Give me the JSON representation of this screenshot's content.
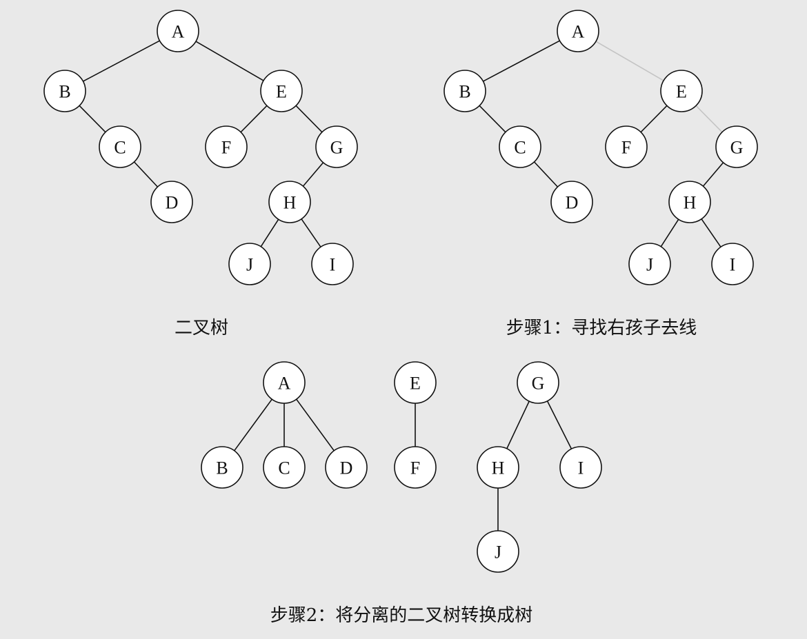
{
  "diagrams": {
    "binary_tree": {
      "caption": "二叉树",
      "nodes": [
        "A",
        "B",
        "C",
        "D",
        "E",
        "F",
        "G",
        "H",
        "J",
        "I"
      ],
      "edges": [
        [
          "A",
          "B"
        ],
        [
          "A",
          "E"
        ],
        [
          "B",
          "C"
        ],
        [
          "C",
          "D"
        ],
        [
          "E",
          "F"
        ],
        [
          "E",
          "G"
        ],
        [
          "G",
          "H"
        ],
        [
          "H",
          "J"
        ],
        [
          "H",
          "I"
        ]
      ]
    },
    "step1": {
      "caption": "步骤1：寻找右孩子去线",
      "nodes": [
        "A",
        "B",
        "C",
        "D",
        "E",
        "F",
        "G",
        "H",
        "J",
        "I"
      ],
      "edges": [
        [
          "A",
          "B"
        ],
        [
          "A",
          "E"
        ],
        [
          "B",
          "C"
        ],
        [
          "C",
          "D"
        ],
        [
          "E",
          "F"
        ],
        [
          "E",
          "G"
        ],
        [
          "G",
          "H"
        ],
        [
          "H",
          "J"
        ],
        [
          "H",
          "I"
        ]
      ],
      "removed_edges": [
        [
          "A",
          "E"
        ],
        [
          "E",
          "G"
        ]
      ]
    },
    "step2": {
      "caption": "步骤2：将分离的二叉树转换成树",
      "trees": [
        {
          "nodes": [
            "A",
            "B",
            "C",
            "D"
          ],
          "edges": [
            [
              "A",
              "B"
            ],
            [
              "A",
              "C"
            ],
            [
              "A",
              "D"
            ]
          ]
        },
        {
          "nodes": [
            "E",
            "F"
          ],
          "edges": [
            [
              "E",
              "F"
            ]
          ]
        },
        {
          "nodes": [
            "G",
            "H",
            "I",
            "J"
          ],
          "edges": [
            [
              "G",
              "H"
            ],
            [
              "G",
              "I"
            ],
            [
              "H",
              "J"
            ]
          ]
        }
      ]
    }
  },
  "colors": {
    "background": "#e9e9e9",
    "node_fill": "#ffffff",
    "line": "#111111",
    "removed_line": "#c4c4c4"
  }
}
